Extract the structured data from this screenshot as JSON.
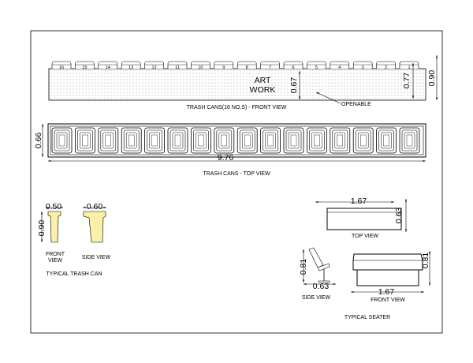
{
  "drawing": {
    "front_view": {
      "can_numbers": [
        "16",
        "15",
        "14",
        "13",
        "12",
        "11",
        "10",
        "9",
        "8",
        "7",
        "6",
        "5",
        "4",
        "3",
        "2",
        "1"
      ],
      "art_line1": "ART",
      "art_line2": "WORK",
      "title": "TRASH CANS(16 NO.S) - FRONT VIEW",
      "openable_note": "OPENABLE",
      "dim_art_height": "0.67",
      "dim_can_height": "0.77",
      "dim_total_height": "0.90"
    },
    "top_view": {
      "title": "TRASH CANS - TOP VIEW",
      "dim_depth": "0.66",
      "dim_length": "9.76",
      "can_count": 16
    },
    "typical_trash_can": {
      "title": "TYPICAL TRASH CAN",
      "front_label_1": "FRONT",
      "front_label_2": "VIEW",
      "side_label": "SIDE VIEW",
      "dim_front_width": "0.50",
      "dim_side_width": "0.60",
      "dim_height": "0.90",
      "can_color": "#fbf0a8"
    },
    "typical_seater": {
      "title": "TYPICAL SEATER",
      "top_view_label": "TOP VIEW",
      "side_view_label": "SIDE VIEW",
      "front_view_label": "FRONT VIEW",
      "dim_top_width": "1.67",
      "dim_top_depth": "0.63",
      "dim_side_height": "0.81",
      "dim_side_depth": "0.63",
      "dim_front_width": "1.67",
      "dim_front_height": "0.81"
    }
  }
}
